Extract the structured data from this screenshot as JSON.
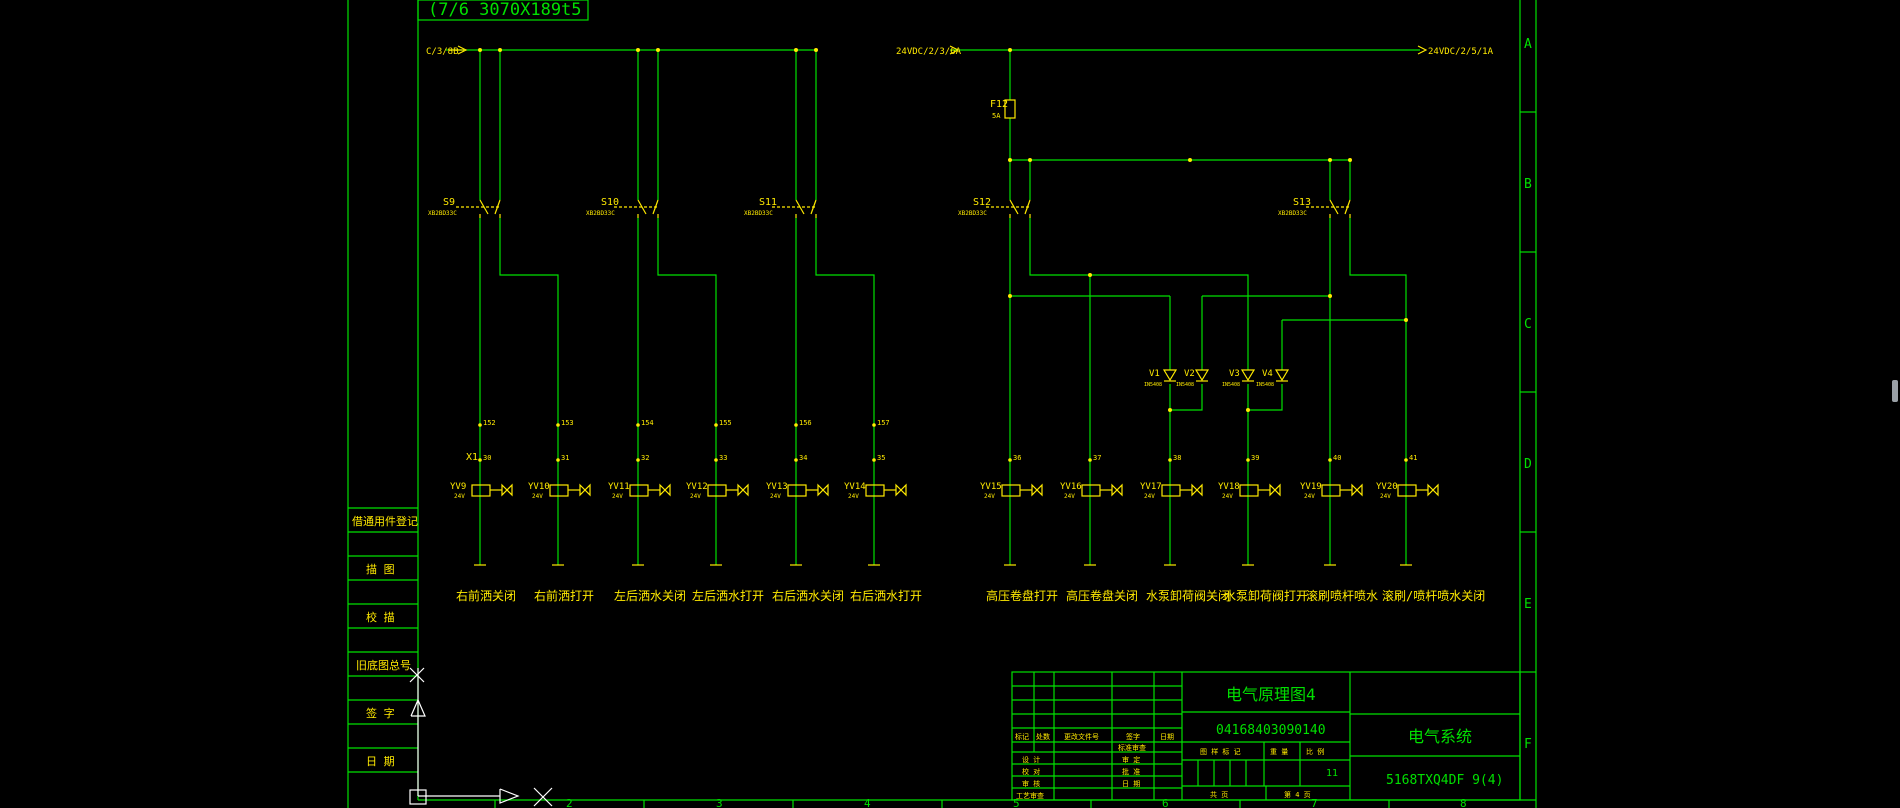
{
  "drawing": {
    "top_label": "(7/6 3070X189t5",
    "row_letters": [
      "A",
      "B",
      "C",
      "D",
      "E",
      "F"
    ],
    "col_numbers": [
      "2",
      "3",
      "4",
      "5",
      "6",
      "7",
      "8"
    ],
    "left_boxes": [
      "借通用件登记",
      "描 图",
      "校 描",
      "旧底图总号",
      "签 字",
      "日 期"
    ]
  },
  "circuit_left": {
    "supply_label": "C/3/8B",
    "switches": [
      {
        "name": "S9",
        "code": "XB2BD33C"
      },
      {
        "name": "S10",
        "code": "XB2BD33C"
      },
      {
        "name": "S11",
        "code": "XB2BD33C"
      }
    ],
    "valves": [
      {
        "tag": "YV9",
        "volt": "24V",
        "wire": "152",
        "term": "30",
        "label": "右前洒关闭"
      },
      {
        "tag": "YV10",
        "volt": "24V",
        "wire": "153",
        "term": "31",
        "label": "右前洒打开"
      },
      {
        "tag": "YV11",
        "volt": "24V",
        "wire": "154",
        "term": "32",
        "label": "左后洒水关闭"
      },
      {
        "tag": "YV12",
        "volt": "24V",
        "wire": "155",
        "term": "33",
        "label": "左后洒水打开"
      },
      {
        "tag": "YV13",
        "volt": "24V",
        "wire": "156",
        "term": "34",
        "label": "右后洒水关闭"
      },
      {
        "tag": "YV14",
        "volt": "24V",
        "wire": "157",
        "term": "35",
        "label": "右后洒水打开"
      }
    ],
    "terminal_x": "X1"
  },
  "circuit_right": {
    "supply_in": "24VDC/2/3/6A",
    "supply_out": "24VDC/2/5/1A",
    "fuse": {
      "name": "F12",
      "rating": "5A"
    },
    "switches": [
      {
        "name": "S12",
        "code": "XB2BD33C"
      },
      {
        "name": "S13",
        "code": "XB2BD33C"
      }
    ],
    "diodes": [
      {
        "name": "V1",
        "code": "IN5408"
      },
      {
        "name": "V2",
        "code": "IN5408"
      },
      {
        "name": "V3",
        "code": "IN5408"
      },
      {
        "name": "V4",
        "code": "IN5408"
      }
    ],
    "valves": [
      {
        "tag": "YV15",
        "volt": "24V",
        "term": "36",
        "label": "高压卷盘打开"
      },
      {
        "tag": "YV16",
        "volt": "24V",
        "term": "37",
        "label": "高压卷盘关闭"
      },
      {
        "tag": "YV17",
        "volt": "24V",
        "term": "38",
        "label": "水泵卸荷阀关闭"
      },
      {
        "tag": "YV18",
        "volt": "24V",
        "term": "39",
        "label": "水泵卸荷阀打开"
      },
      {
        "tag": "YV19",
        "volt": "24V",
        "term": "40",
        "label": "滚刷喷杆喷水"
      },
      {
        "tag": "YV20",
        "volt": "24V",
        "term": "41",
        "label": "滚刷/喷杆喷水关闭"
      }
    ]
  },
  "title_block": {
    "title": "电气原理图4",
    "doc_number": "04168403090140",
    "system": "电气系统",
    "drawing_code": "5168TXQ4DF 9(4)",
    "sheet": "11",
    "header_labels": [
      "标记",
      "处数",
      "更改文件号",
      "签字",
      "日期"
    ],
    "rows": [
      "设 计",
      "校 对",
      "审 核",
      "工艺审查"
    ],
    "right_rows": [
      "标准审查",
      "审 定",
      "批 准",
      "日 期"
    ],
    "cols": [
      "图 样 标 记",
      "重 量",
      "比 例"
    ],
    "footer": [
      "共 页",
      "第 4 页"
    ]
  }
}
